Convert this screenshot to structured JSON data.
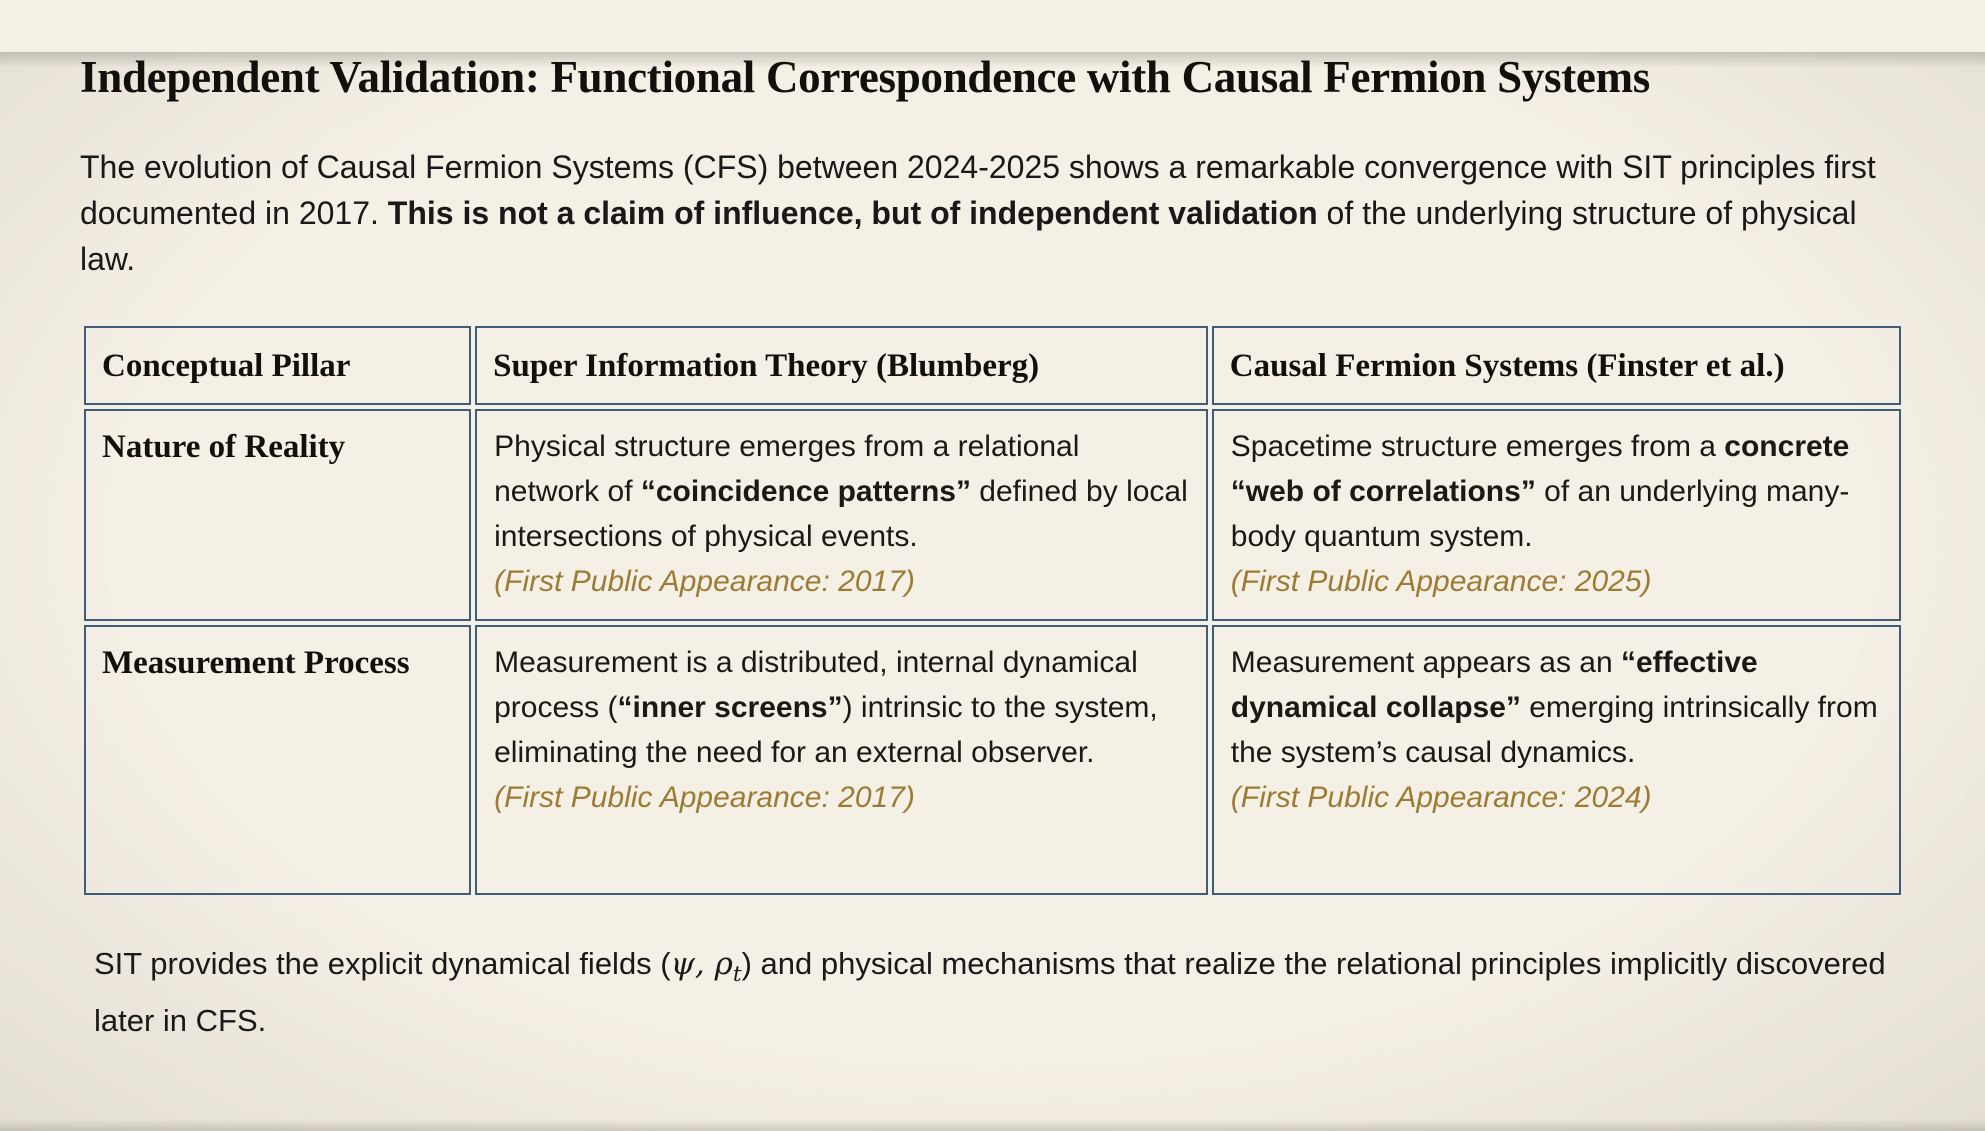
{
  "colors": {
    "background": "#f5f0e5",
    "table_border": "#3f5c78",
    "note_gold": "#9c7c34",
    "text": "#1a1815"
  },
  "header": {
    "title": "Independent Validation: Functional Correspondence with Causal Fermion Systems"
  },
  "intro": {
    "runs": [
      {
        "text": "The evolution of Causal Fermion Systems (CFS) between 2024-2025 shows a remarkable convergence with SIT principles first documented in 2017. ",
        "bold": false
      },
      {
        "text": "This is not a claim of influence, but of independent validation",
        "bold": true
      },
      {
        "text": " of the underlying structure of physical law.",
        "bold": false
      }
    ]
  },
  "table": {
    "columns": [
      "Conceptual Pillar",
      "Super Information Theory (Blumberg)",
      "Causal Fermion Systems (Finster et al.)"
    ],
    "rows": [
      {
        "pillar": "Nature of Reality",
        "sit": {
          "runs": [
            {
              "text": "Physical structure emerges from a relational network of "
            },
            {
              "text": "“coincidence patterns”",
              "bold": true
            },
            {
              "text": " defined by local intersections of physical events."
            }
          ],
          "note": "(First Public Appearance: 2017)"
        },
        "cfs": {
          "runs": [
            {
              "text": "Spacetime structure emerges from a "
            },
            {
              "text": "concrete “web of correlations”",
              "bold": true
            },
            {
              "text": " of an underlying many-body quantum system."
            }
          ],
          "note": "(First Public Appearance: 2025)"
        }
      },
      {
        "pillar": "Measurement Process",
        "sit": {
          "runs": [
            {
              "text": "Measurement is a distributed, internal dynamical process ("
            },
            {
              "text": "“inner screens”",
              "bold": true
            },
            {
              "text": ") intrinsic to the system, eliminating the need for an external observer."
            }
          ],
          "note": "(First Public Appearance: 2017)"
        },
        "cfs": {
          "runs": [
            {
              "text": "Measurement appears as an "
            },
            {
              "text": "“effective dynamical collapse”",
              "bold": true
            },
            {
              "text": " emerging intrinsically from the system’s causal dynamics."
            }
          ],
          "note": "(First Public Appearance: 2024)"
        }
      }
    ]
  },
  "footer": {
    "runs": [
      {
        "text": "SIT provides the explicit dynamical fields ("
      },
      {
        "text": "ψ, ρ",
        "math": true
      },
      {
        "text": "t",
        "math": true,
        "sub": true
      },
      {
        "text": ") and physical mechanisms that realize the relational principles implicitly discovered later in CFS."
      }
    ]
  }
}
